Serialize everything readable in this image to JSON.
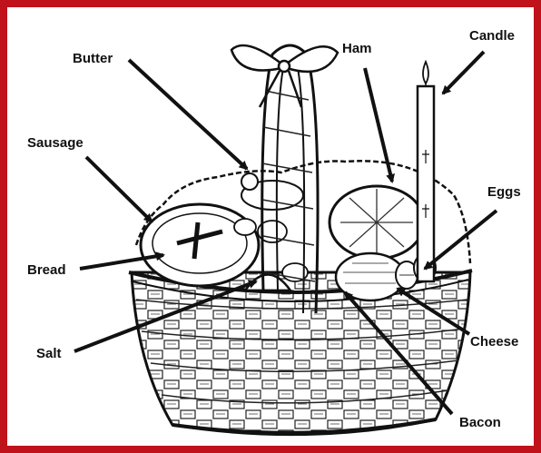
{
  "labels": {
    "butter": "Butter",
    "ham": "Ham",
    "candle": "Candle",
    "sausage": "Sausage",
    "eggs": "Eggs",
    "bread": "Bread",
    "salt": "Salt",
    "cheese": "Cheese",
    "bacon": "Bacon"
  },
  "colors": {
    "frame": "#c0121b",
    "ink": "#111111"
  }
}
